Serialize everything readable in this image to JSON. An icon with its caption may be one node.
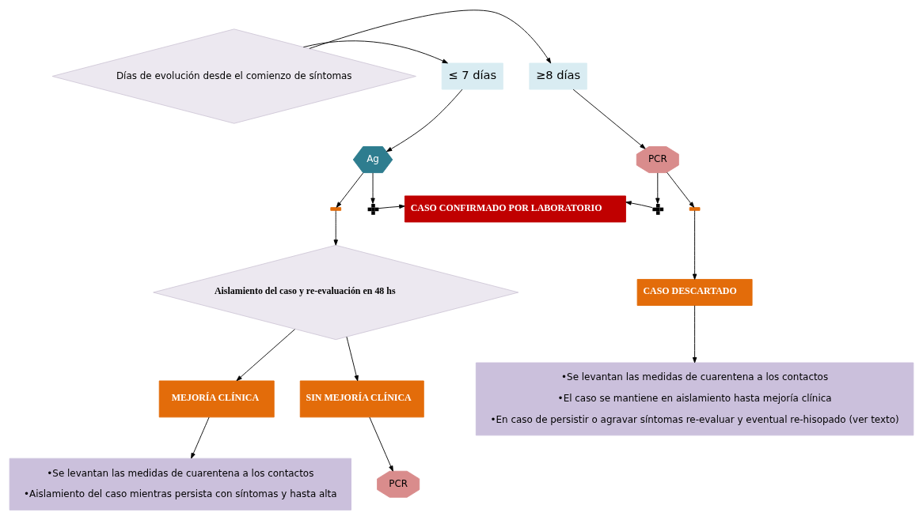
{
  "diagram": {
    "nodes": [
      {
        "text": [
          "Días de evolución desde el comienzo de síntomas"
        ]
      },
      {
        "text": [
          "≤ 7 días"
        ]
      },
      {
        "text": [
          "≥8 días"
        ]
      },
      {
        "text": [
          "Ag"
        ]
      },
      {
        "text": [
          "PCR"
        ]
      },
      {
        "text": [],
        "shape": "bar"
      },
      {
        "text": [],
        "shape": "cross"
      },
      {
        "text": [
          "CASO CONFIRMADO POR LABORATORIO"
        ]
      },
      {
        "text": [],
        "shape": "cross"
      },
      {
        "text": [],
        "shape": "bar"
      },
      {
        "text": [
          "Aislamiento del caso y re-evaluación en 48 hs"
        ]
      },
      {
        "text": [
          "CASO DESCARTADO"
        ]
      },
      {
        "text": [
          "MEJORÍA CLÍNICA"
        ]
      },
      {
        "text": [
          "SIN MEJORÍA CLÍNICA"
        ]
      },
      {
        "text": [
          "•Se levantan las medidas de cuarentena a los contactos",
          "•El caso se mantiene en aislamiento hasta mejoría clínica",
          "•En caso de persistir o agravar síntomas re-evaluar y eventual re-hisopado (ver texto)"
        ]
      },
      {
        "text": [
          "•Se levantan las medidas de cuarentena a los contactos",
          "•Aislamiento del caso mientras persista con síntomas y hasta alta"
        ]
      },
      {
        "text": [
          "PCR"
        ]
      }
    ],
    "edges": [
      {
        "from": 0,
        "to": 1,
        "arrow": "to"
      },
      {
        "from": 0,
        "to": 2,
        "arrow": "to"
      },
      {
        "from": 1,
        "to": 3,
        "arrow": "to"
      },
      {
        "from": 2,
        "to": 4,
        "arrow": "to"
      },
      {
        "from": 3,
        "to": 5,
        "arrow": "to"
      },
      {
        "from": 3,
        "to": 6,
        "arrow": "to"
      },
      {
        "from": 4,
        "to": 8,
        "arrow": "to"
      },
      {
        "from": 4,
        "to": 9,
        "arrow": "to"
      },
      {
        "from": 6,
        "to": 7,
        "arrow": "to"
      },
      {
        "from": 8,
        "to": 7,
        "arrow": "to"
      },
      {
        "from": 5,
        "to": 10,
        "arrow": "to"
      },
      {
        "from": 9,
        "to": 11,
        "arrow": "to"
      },
      {
        "from": 11,
        "to": 14,
        "arrow": "to"
      },
      {
        "from": 10,
        "to": 12,
        "arrow": "to"
      },
      {
        "from": 10,
        "to": 13,
        "arrow": "to"
      },
      {
        "from": 12,
        "to": 15,
        "arrow": "to"
      },
      {
        "from": 13,
        "to": 16,
        "arrow": "to"
      }
    ]
  }
}
